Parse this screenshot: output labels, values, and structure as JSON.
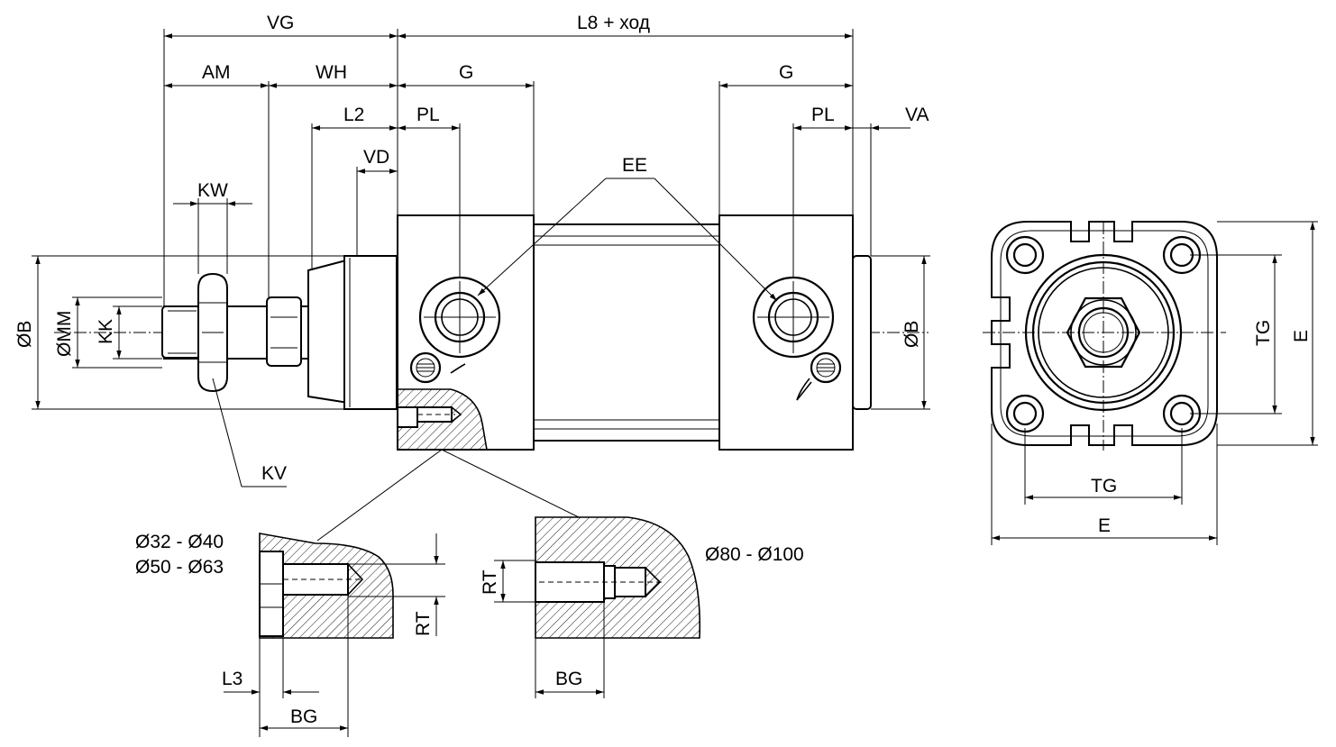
{
  "labels": {
    "vg": "VG",
    "l8_stroke": "L8 + ход",
    "am": "AM",
    "wh": "WH",
    "g_left": "G",
    "g_right": "G",
    "l2": "L2",
    "pl_left": "PL",
    "pl_right": "PL",
    "va": "VA",
    "vd": "VD",
    "ee": "EE",
    "kw": "KW",
    "ob_left": "ØB",
    "omm": "ØMM",
    "kk": "KK",
    "ob_right": "ØB",
    "kv": "KV",
    "tg_vertical": "TG",
    "e_vertical": "E",
    "tg_horizontal": "TG",
    "e_horizontal": "E",
    "size_32_40": "Ø32 - Ø40",
    "size_50_63": "Ø50 - Ø63",
    "size_80_100": "Ø80 - Ø100",
    "rt_left": "RT",
    "rt_right": "RT",
    "l3": "L3",
    "bg_left": "BG",
    "bg_right": "BG"
  }
}
